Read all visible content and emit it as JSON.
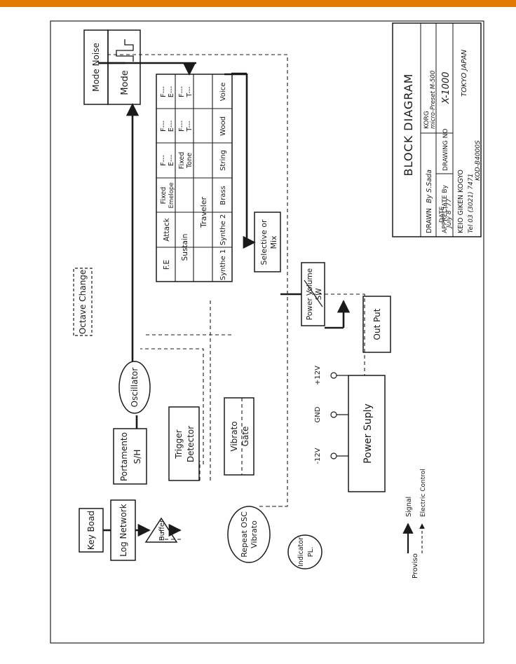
{
  "diagram": {
    "title": "BLOCK DIAGRAM",
    "blocks": {
      "key_board": "Key Boad",
      "log_network": "Log Network",
      "buffer": "Buffer",
      "portamento": "Portamento",
      "portamento_sh": "S/H",
      "octave_change": "Octave Change",
      "oscillator": "Oscillator",
      "mode_noise": "Mode Noise",
      "mode": "Mode",
      "trigger_detector_1": "Trigger",
      "trigger_detector_2": "Detector",
      "vibrato_gate_1": "Vibrato",
      "vibrato_gate_2": "Gate",
      "repeat_osc_1": "Repeat OSC",
      "repeat_osc_2": "Vibrato",
      "indicator_1": "Indicator",
      "indicator_2": "PL.",
      "selective_mix_1": "Selective or",
      "selective_mix_2": "Mix",
      "power_volume_1": "Power Volume",
      "power_volume_2": "SW",
      "out_put": "Out Put",
      "power_supply": "Power Suply",
      "terminal_neg12": "-12V",
      "terminal_gnd": "GND",
      "terminal_pos12": "+12V"
    },
    "voice_table": {
      "fe": "F.E",
      "sustain": "Sustain",
      "attack": "Attack",
      "fixed_envelope_1": "Fixed",
      "fixed_envelope_2": "Emelope",
      "traveler": "Traveler",
      "f_dots": "F---",
      "e_dots": "E---",
      "t_dots": "T---",
      "fixed_tone_1": "Fixed",
      "fixed_tone_2": "Tone",
      "bottom_row": [
        "Synthe 1",
        "Synthe 2",
        "Brass",
        "String",
        "Wood",
        "Voice"
      ]
    },
    "legend": {
      "proviso": "Proviso",
      "signal": "Signal",
      "electric_control": "Electric Control"
    },
    "title_block": {
      "drawn": "DRAWN",
      "drawn_by": "By S.Sada",
      "appreciate": "APPRECIATE By",
      "korg": "KORG",
      "micro_preset": "micro-Preset M-500",
      "date_label": "DATE",
      "date_value": "July 8 '77",
      "drawing_no_label": "DRAWING NO",
      "drawing_no_value": "X-1000",
      "company": "KEIO GIKEN KOGYO",
      "location": "TOKYO JAPAN",
      "tel": "Tel 03 (3021) 7471",
      "code": "KOD-B4000S"
    }
  }
}
